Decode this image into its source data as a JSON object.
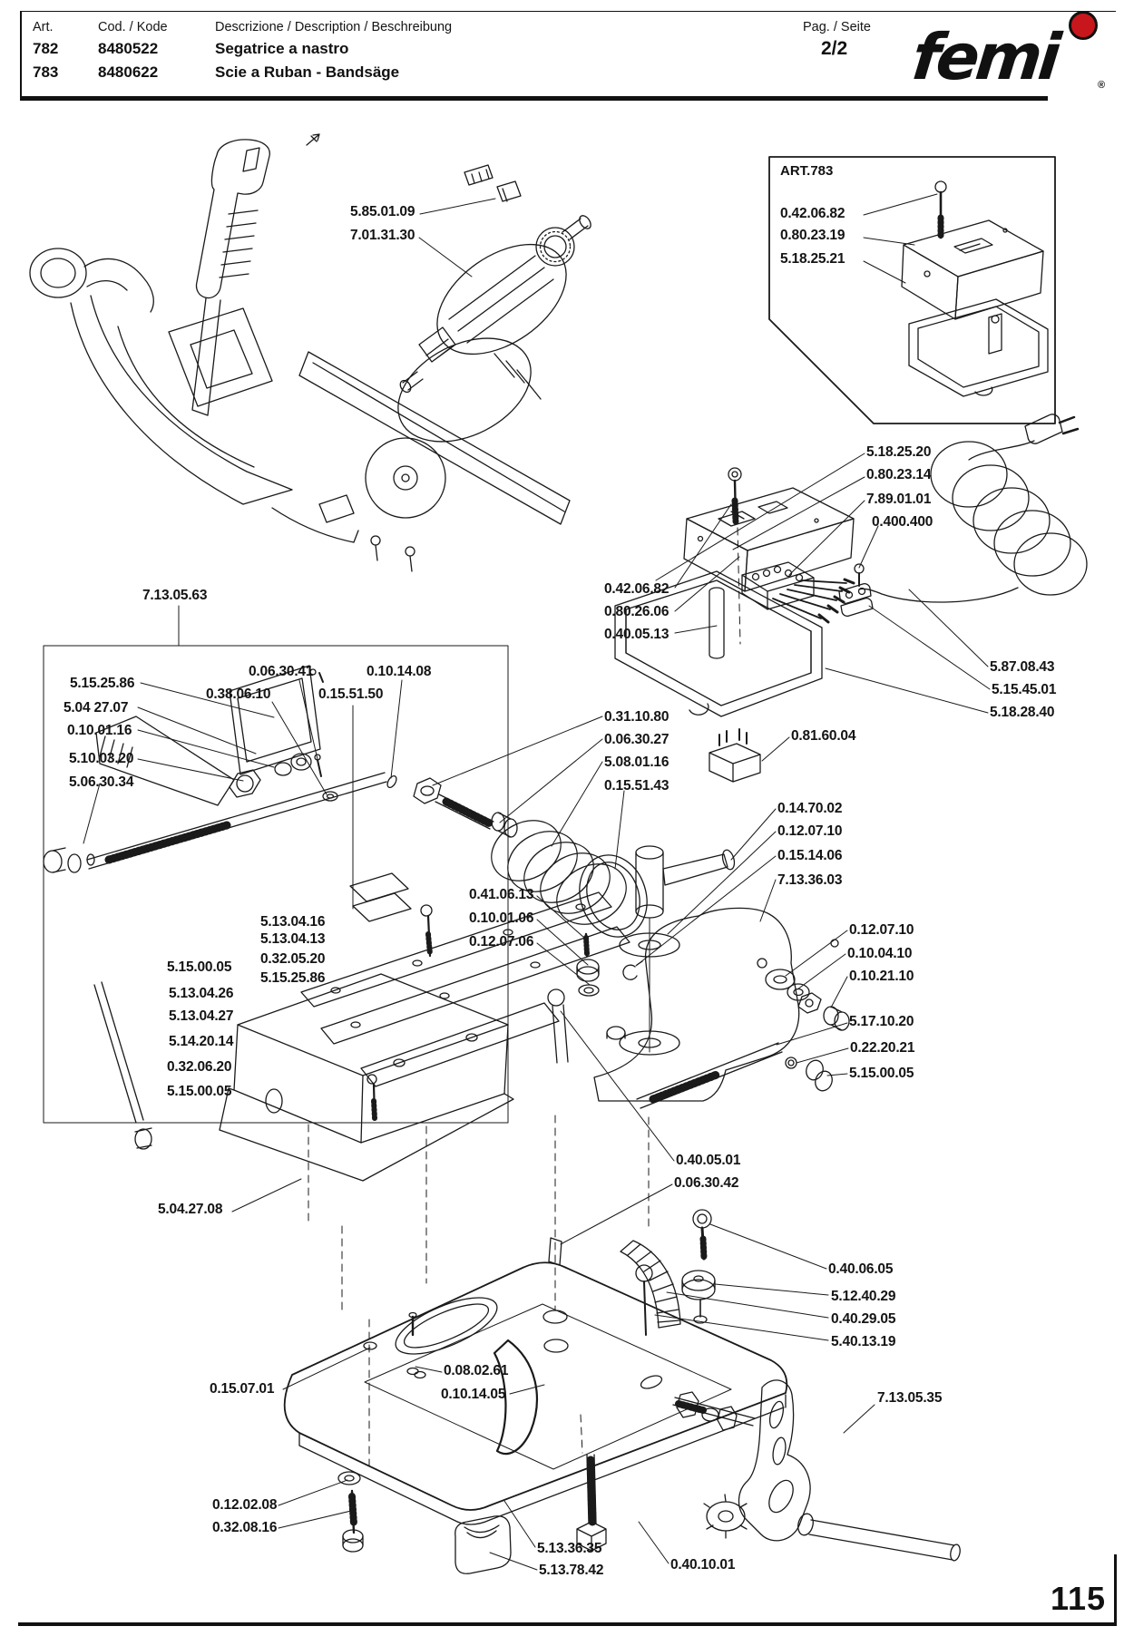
{
  "header": {
    "art_label": "Art.",
    "code_label": "Cod. / Kode",
    "desc_label": "Descrizione / Description / Beschreibung",
    "page_label": "Pag. / Seite",
    "page_value": "2/2",
    "rows": [
      {
        "art": "782",
        "code": "8480522",
        "desc": "Segatrice a nastro"
      },
      {
        "art": "783",
        "code": "8480622",
        "desc": "Scie a Ruban - Bandsäge"
      }
    ],
    "brand": {
      "name": "femi",
      "registered": "®",
      "dot_color": "#c8161d"
    }
  },
  "inset_box": {
    "title": "ART.783"
  },
  "page_number": "115",
  "colors": {
    "ink": "#1a1a1a",
    "background": "#ffffff",
    "logo_red": "#c8161d"
  },
  "part_labels": [
    "0.42.06.82",
    "0.80.23.19",
    "5.18.25.21",
    "5.85.01.09",
    "7.01.31.30",
    "5.18.25.20",
    "0.80.23.14",
    "7.89.01.01",
    "0.400.400",
    "0.42.06.82",
    "0.80.26.06",
    "0.40.05.13",
    "5.87.08.43",
    "5.15.45.01",
    "5.18.28.40",
    "0.81.60.04",
    "7.13.05.63",
    "5.15.25.86",
    "5.04 27.07",
    "0.10.01.16",
    "5.10.03.20",
    "5.06.30.34",
    "0.06.30.41",
    "0.38.06.10",
    "0.15.51.50",
    "0.10.14.08",
    "0.31.10.80",
    "0.06.30.27",
    "5.08.01.16",
    "0.15.51.43",
    "0.14.70.02",
    "0.12.07.10",
    "0.15.14.06",
    "7.13.36.03",
    "0.41.06.13",
    "0.10.01.06",
    "0.12.07.06",
    "0.12.07.10",
    "0.10.04.10",
    "0.10.21.10",
    "5.13.04.16",
    "5.13.04.13",
    "0.32.05.20",
    "5.15.25.86",
    "5.15.00.05",
    "5.13.04.26",
    "5.13.04.27",
    "5.14.20.14",
    "0.32.06.20",
    "5.15.00.05",
    "5.17.10.20",
    "0.22.20.21",
    "5.15.00.05",
    "0.40.05.01",
    "0.06.30.42",
    "5.04.27.08",
    "0.40.06.05",
    "5.12.40.29",
    "0.40.29.05",
    "5.40.13.19",
    "0.15.07.01",
    "0.08.02.61",
    "0.10.14.05",
    "7.13.05.35",
    "0.12.02.08",
    "0.32.08.16",
    "5.13.36.35",
    "5.13.78.42",
    "0.40.10.01"
  ]
}
